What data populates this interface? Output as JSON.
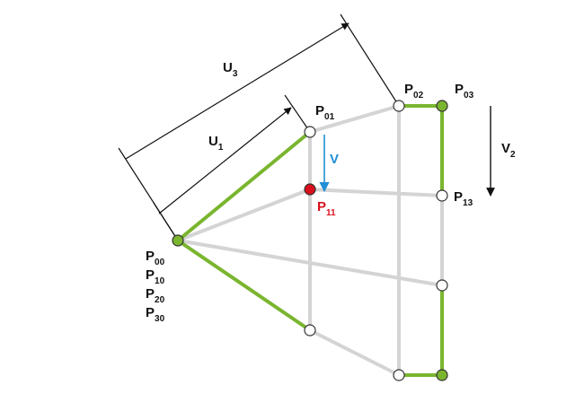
{
  "labels": {
    "u3": {
      "main": "U",
      "sub": "3"
    },
    "u1": {
      "main": "U",
      "sub": "1"
    },
    "v": {
      "main": "V"
    },
    "v2": {
      "main": "V",
      "sub": "2"
    },
    "p00": {
      "main": "P",
      "sub": "00"
    },
    "p10": {
      "main": "P",
      "sub": "10"
    },
    "p20": {
      "main": "P",
      "sub": "20"
    },
    "p30": {
      "main": "P",
      "sub": "30"
    },
    "p01": {
      "main": "P",
      "sub": "01"
    },
    "p02": {
      "main": "P",
      "sub": "02"
    },
    "p03": {
      "main": "P",
      "sub": "03"
    },
    "p11": {
      "main": "P",
      "sub": "11"
    },
    "p13": {
      "main": "P",
      "sub": "13"
    }
  },
  "colors": {
    "grid": "#d4d4d4",
    "highlight": "#7ab52f",
    "text": "#111111",
    "accent_blue": "#1f8fd6",
    "accent_red": "#d9101c",
    "node_outline": "#333333"
  }
}
